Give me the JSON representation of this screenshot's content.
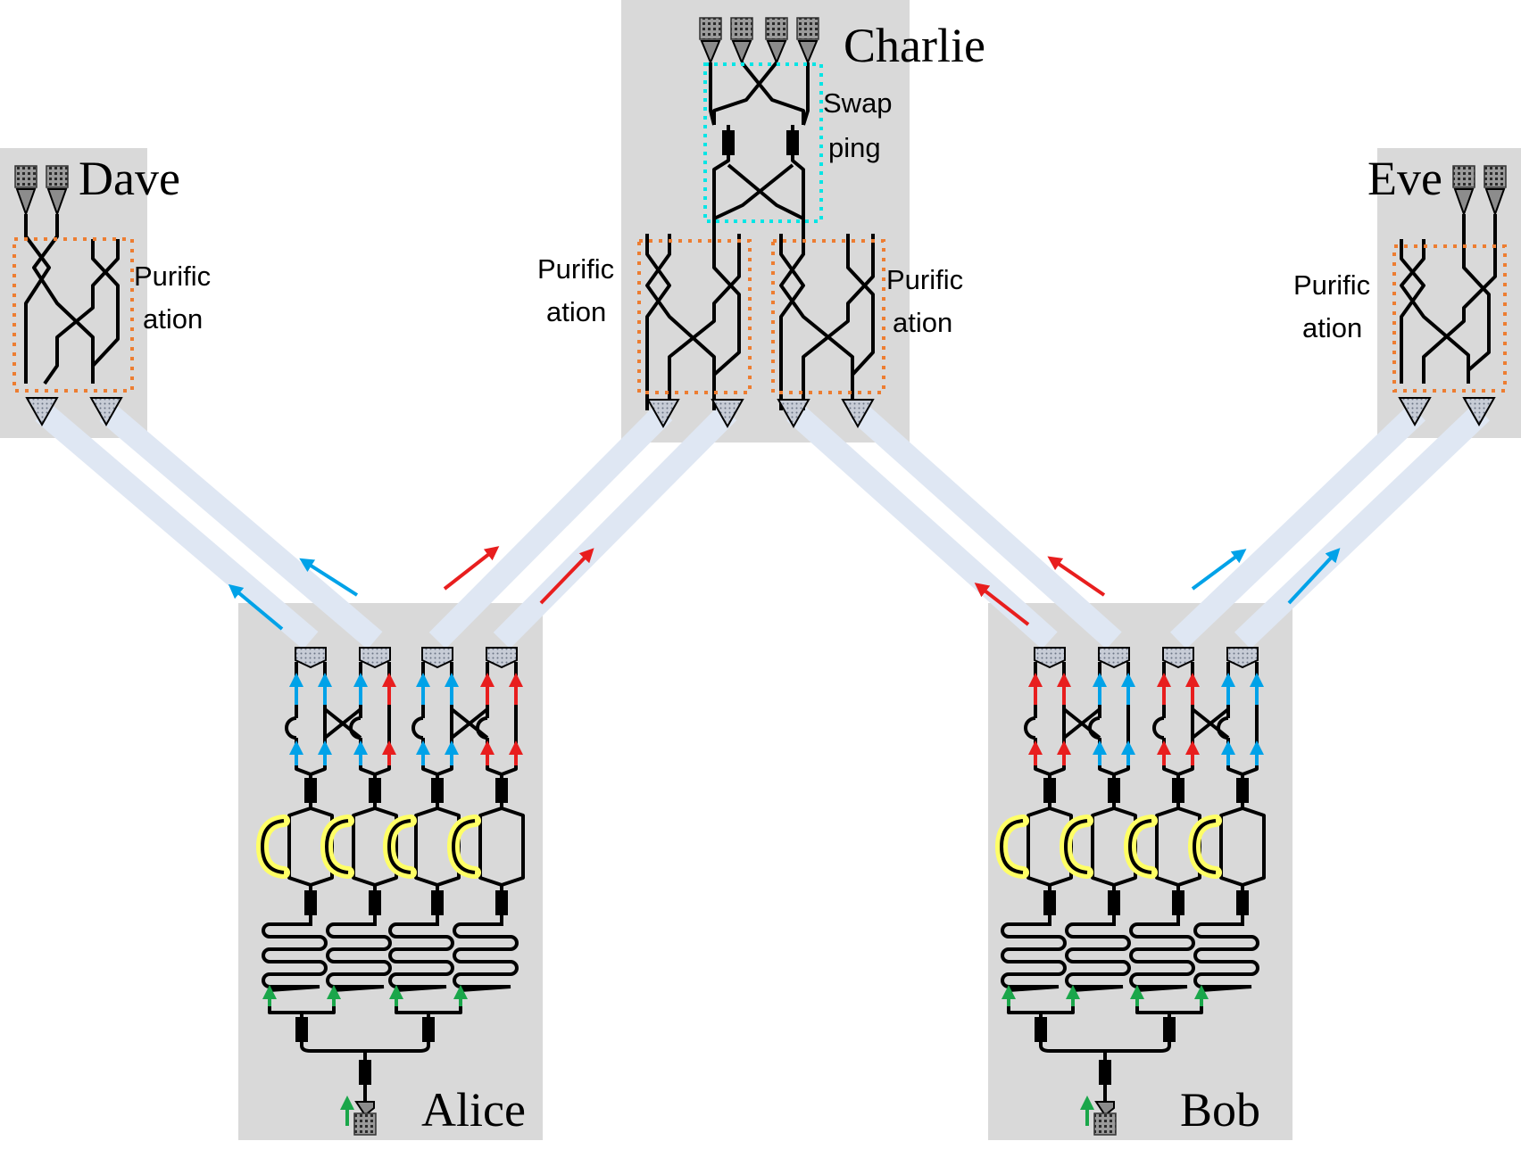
{
  "nodes": {
    "charlie": {
      "name": "Charlie"
    },
    "dave": {
      "name": "Dave"
    },
    "eve": {
      "name": "Eve"
    },
    "alice": {
      "name": "Alice"
    },
    "bob": {
      "name": "Bob"
    }
  },
  "blocks": {
    "swapping": [
      "Swap",
      "ping"
    ],
    "purification": [
      "Purific",
      "ation"
    ]
  },
  "colors": {
    "box": "#d9d9d9",
    "beam": "#dfe7f3",
    "purification_outline": "#ed7d31",
    "swapping_outline": "#00e5e5",
    "heater": "#ffff66",
    "arrow_blue": "#00a2e8",
    "arrow_red": "#e81e1e",
    "arrow_green": "#1aa64a"
  },
  "icons": [
    "grating-coupler-icon",
    "phase-shifter-icon",
    "ring-resonator-icon",
    "spiral-delay-icon",
    "beam-splitter-icon"
  ]
}
